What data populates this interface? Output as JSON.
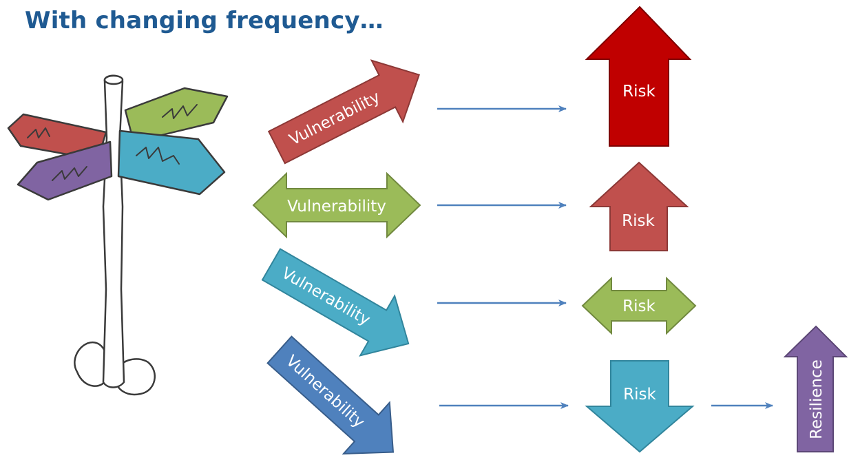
{
  "title": "With changing frequency…",
  "labels": {
    "vulnerability": "Vulnerability",
    "risk": "Risk",
    "resilience": "Resilience"
  },
  "colors": {
    "title": "#1f5a92",
    "red": "#c0504d",
    "dark_red": "#c00000",
    "green": "#9bbb59",
    "cyan": "#4bacc6",
    "blue": "#4f81bd",
    "purple": "#8064a2",
    "connector": "#4f81bd"
  },
  "rows": [
    {
      "vulnerability_direction": "up-right",
      "vulnerability_color": "red",
      "risk_direction": "up",
      "risk_color": "dark_red",
      "risk_size": "large"
    },
    {
      "vulnerability_direction": "left-right",
      "vulnerability_color": "green",
      "risk_direction": "up",
      "risk_color": "red",
      "risk_size": "medium"
    },
    {
      "vulnerability_direction": "down-right",
      "vulnerability_color": "cyan",
      "risk_direction": "left-right",
      "risk_color": "green",
      "risk_size": "small"
    },
    {
      "vulnerability_direction": "down-right",
      "vulnerability_color": "blue",
      "risk_direction": "down",
      "risk_color": "cyan",
      "risk_size": "medium",
      "outcome_direction": "up",
      "outcome_color": "purple"
    }
  ]
}
